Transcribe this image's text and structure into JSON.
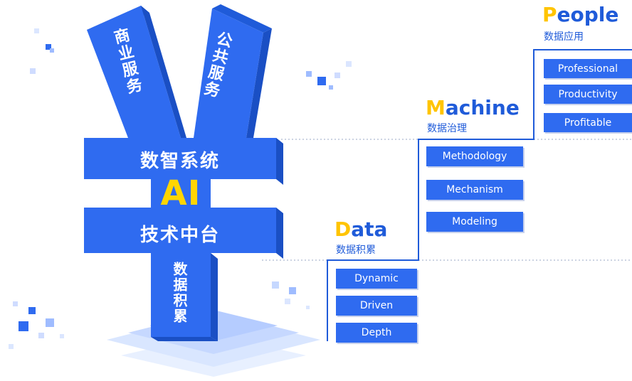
{
  "colors": {
    "blue": "#2f6bf0",
    "dark_blue": "#1f5bd9",
    "yellow": "#ffc400",
    "light": "#c6d8ff"
  },
  "yen": {
    "left_arm": "商业服务",
    "right_arm": "公共服务",
    "bar1": "数智系统",
    "center": "AI",
    "bar2": "技术中台",
    "stem": "数据积累"
  },
  "stages": [
    {
      "initial": "D",
      "rest": "ata",
      "subtitle": "数据积累",
      "items": [
        "Dynamic",
        "Driven",
        "Depth"
      ]
    },
    {
      "initial": "M",
      "rest": "achine",
      "subtitle": "数据治理",
      "items": [
        "Methodology",
        "Mechanism",
        "Modeling"
      ]
    },
    {
      "initial": "P",
      "rest": "eople",
      "subtitle": "数据应用",
      "items": [
        "Professional",
        "Productivity",
        "Profitable"
      ]
    }
  ]
}
